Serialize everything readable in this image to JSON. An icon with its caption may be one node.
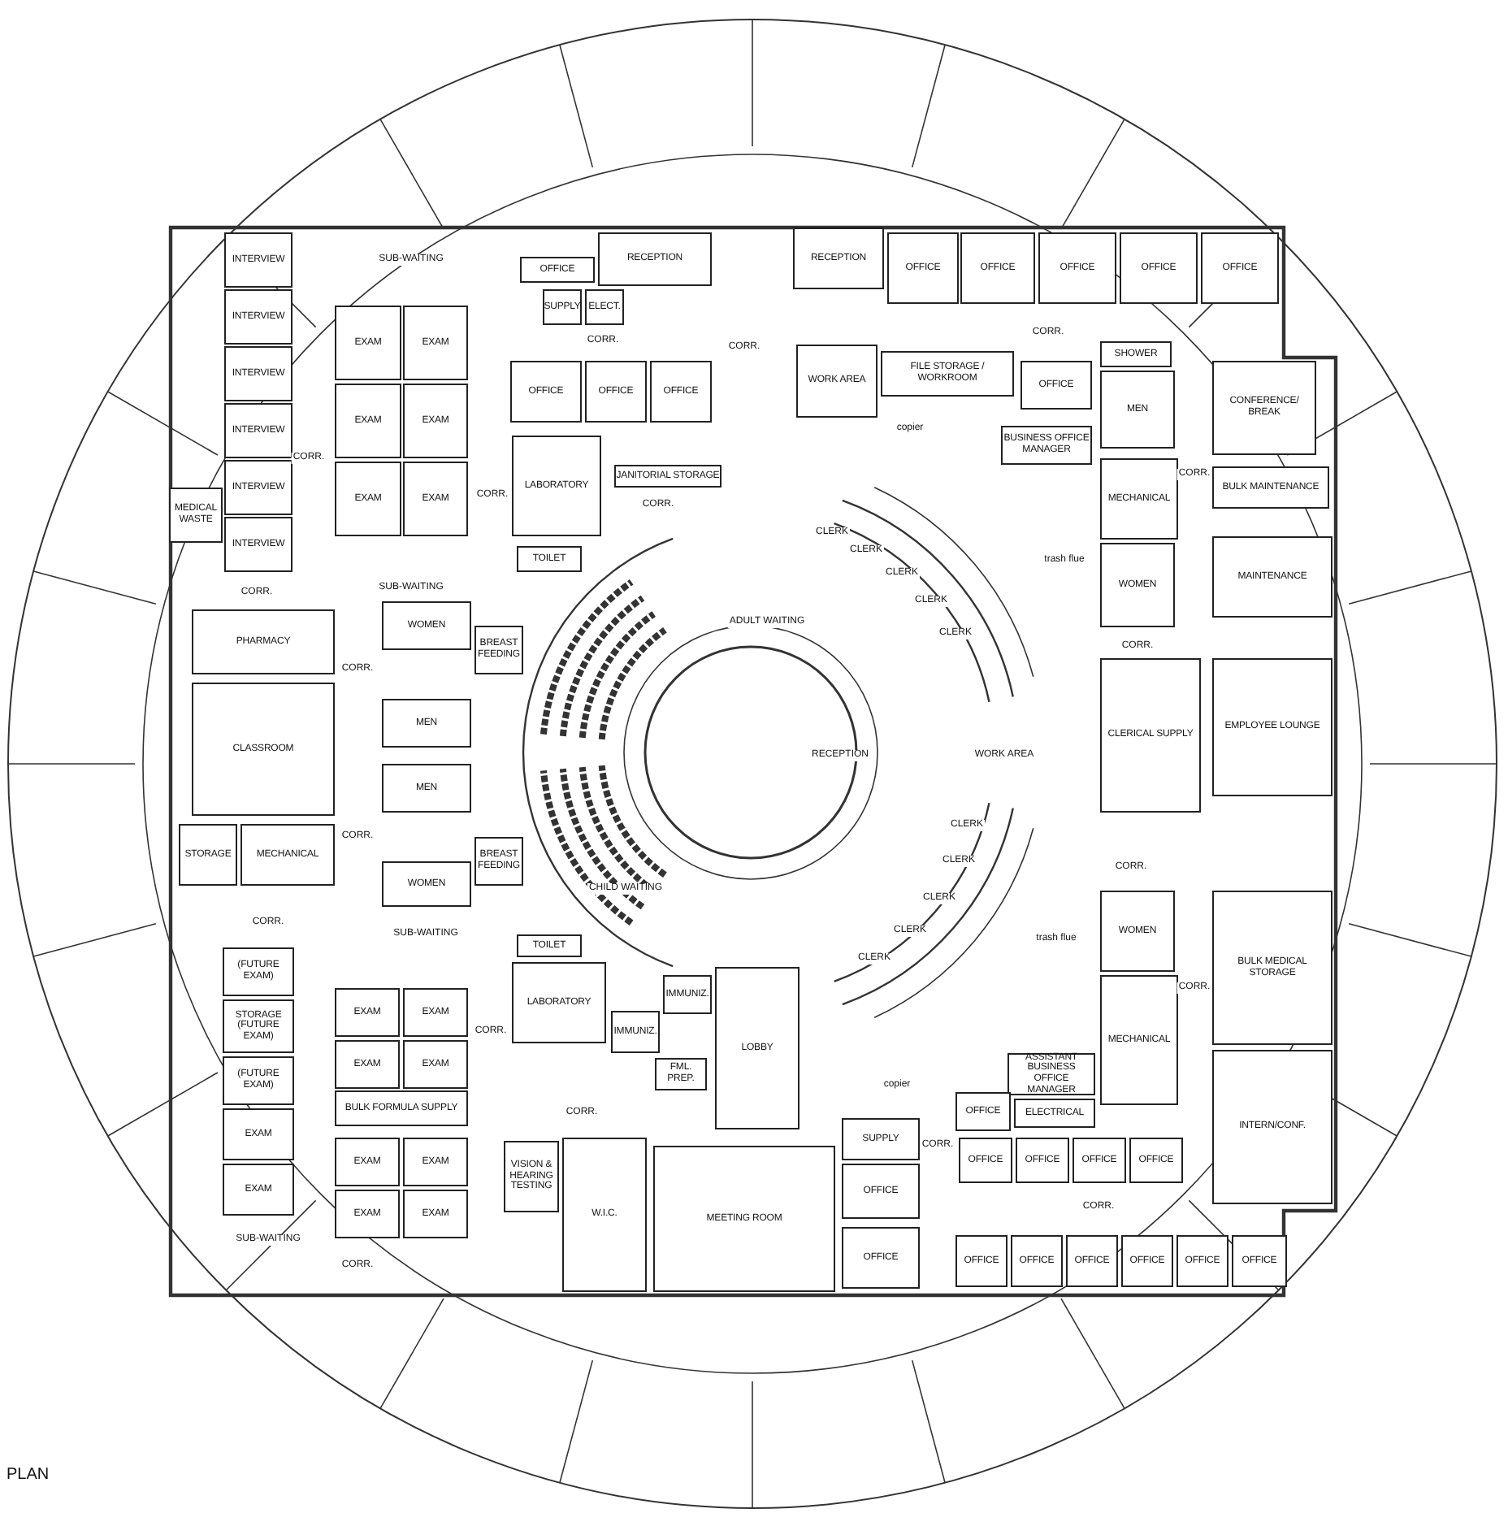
{
  "diagram": {
    "caption": "PLAN",
    "nodes": [
      {
        "text": [
          "INTERVIEW"
        ]
      },
      {
        "text": [
          "INTERVIEW"
        ]
      },
      {
        "text": [
          "INTERVIEW"
        ]
      },
      {
        "text": [
          "INTERVIEW"
        ]
      },
      {
        "text": [
          "INTERVIEW"
        ]
      },
      {
        "text": [
          "INTERVIEW"
        ]
      },
      {
        "text": [
          "MEDICAL WASTE"
        ]
      },
      {
        "text": [
          "EXAM"
        ]
      },
      {
        "text": [
          "EXAM"
        ]
      },
      {
        "text": [
          "EXAM"
        ]
      },
      {
        "text": [
          "EXAM"
        ]
      },
      {
        "text": [
          "EXAM"
        ]
      },
      {
        "text": [
          "EXAM"
        ]
      },
      {
        "text": [
          "OFFICE"
        ]
      },
      {
        "text": [
          "SUPPLY"
        ]
      },
      {
        "text": [
          "ELECT."
        ]
      },
      {
        "text": [
          "RECEPTION"
        ]
      },
      {
        "text": [
          "OFFICE"
        ]
      },
      {
        "text": [
          "OFFICE"
        ]
      },
      {
        "text": [
          "OFFICE"
        ]
      },
      {
        "text": [
          "RECEPTION"
        ]
      },
      {
        "text": [
          "OFFICE"
        ]
      },
      {
        "text": [
          "OFFICE"
        ]
      },
      {
        "text": [
          "OFFICE"
        ]
      },
      {
        "text": [
          "OFFICE"
        ]
      },
      {
        "text": [
          "OFFICE"
        ]
      },
      {
        "text": [
          "WORK AREA"
        ]
      },
      {
        "text": [
          "FILE STORAGE / WORKROOM"
        ]
      },
      {
        "text": [
          "OFFICE"
        ]
      },
      {
        "text": [
          "SHOWER"
        ]
      },
      {
        "text": [
          "MEN"
        ]
      },
      {
        "text": [
          "CONFERENCE/ BREAK"
        ]
      },
      {
        "text": [
          "BUSINESS OFFICE MANAGER"
        ]
      },
      {
        "text": [
          "LABORATORY"
        ]
      },
      {
        "text": [
          "JANITORIAL STORAGE"
        ]
      },
      {
        "text": [
          "MECHANICAL"
        ]
      },
      {
        "text": [
          "BULK MAINTENANCE"
        ]
      },
      {
        "text": [
          "TOILET"
        ]
      },
      {
        "text": [
          "WOMEN"
        ]
      },
      {
        "text": [
          "MAINTENANCE"
        ]
      },
      {
        "text": [
          "PHARMACY"
        ]
      },
      {
        "text": [
          "WOMEN"
        ]
      },
      {
        "text": [
          "BREAST FEEDING"
        ]
      },
      {
        "text": [
          "MEN"
        ]
      },
      {
        "text": [
          "MEN"
        ]
      },
      {
        "text": [
          "BREAST FEEDING"
        ]
      },
      {
        "text": [
          "WOMEN"
        ]
      },
      {
        "text": [
          "CLASSROOM"
        ]
      },
      {
        "text": [
          "CLERICAL SUPPLY"
        ]
      },
      {
        "text": [
          "EMPLOYEE LOUNGE"
        ]
      },
      {
        "text": [
          "STORAGE"
        ]
      },
      {
        "text": [
          "MECHANICAL"
        ]
      },
      {
        "text": [
          "WOMEN"
        ]
      },
      {
        "text": [
          "BULK MEDICAL STORAGE"
        ]
      },
      {
        "text": [
          "TOILET"
        ]
      },
      {
        "text": [
          "LABORATORY"
        ]
      },
      {
        "text": [
          "IMMUNIZ."
        ]
      },
      {
        "text": [
          "IMMUNIZ."
        ]
      },
      {
        "text": [
          "FML. PREP."
        ]
      },
      {
        "text": [
          "LOBBY"
        ]
      },
      {
        "text": [
          "(FUTURE EXAM)"
        ]
      },
      {
        "text": [
          "STORAGE (FUTURE EXAM)"
        ]
      },
      {
        "text": [
          "(FUTURE EXAM)"
        ]
      },
      {
        "text": [
          "EXAM"
        ]
      },
      {
        "text": [
          "EXAM"
        ]
      },
      {
        "text": [
          "EXAM"
        ]
      },
      {
        "text": [
          "EXAM"
        ]
      },
      {
        "text": [
          "BULK FORMULA SUPPLY"
        ]
      },
      {
        "text": [
          "EXAM"
        ]
      },
      {
        "text": [
          "EXAM"
        ]
      },
      {
        "text": [
          "EXAM"
        ]
      },
      {
        "text": [
          "EXAM"
        ]
      },
      {
        "text": [
          "EXAM"
        ]
      },
      {
        "text": [
          "EXAM"
        ]
      },
      {
        "text": [
          "MECHANICAL"
        ]
      },
      {
        "text": [
          "ASSISTANT BUSINESS OFFICE MANAGER"
        ]
      },
      {
        "text": [
          "OFFICE"
        ]
      },
      {
        "text": [
          "ELECTRICAL"
        ]
      },
      {
        "text": [
          "INTERN/CONF."
        ]
      },
      {
        "text": [
          "SUPPLY"
        ]
      },
      {
        "text": [
          "OFFICE"
        ]
      },
      {
        "text": [
          "OFFICE"
        ]
      },
      {
        "text": [
          "OFFICE"
        ]
      },
      {
        "text": [
          "OFFICE"
        ]
      },
      {
        "text": [
          "VISION & HEARING TESTING"
        ]
      },
      {
        "text": [
          "W.I.C."
        ]
      },
      {
        "text": [
          "MEETING ROOM"
        ]
      },
      {
        "text": [
          "OFFICE"
        ]
      },
      {
        "text": [
          "OFFICE"
        ]
      },
      {
        "text": [
          "OFFICE"
        ]
      },
      {
        "text": [
          "OFFICE"
        ]
      },
      {
        "text": [
          "OFFICE"
        ]
      },
      {
        "text": [
          "OFFICE"
        ]
      },
      {
        "text": [
          "OFFICE"
        ]
      },
      {
        "text": [
          "OFFICE"
        ]
      }
    ],
    "labels": [
      "SUB-WAITING",
      "CORR.",
      "CORR.",
      "CORR.",
      "CORR.",
      "CORR.",
      "copier",
      "CORR.",
      "CORR.",
      "CORR.",
      "SUB-WAITING",
      "ADULT WAITING",
      "trash flue",
      "CLERK",
      "CLERK",
      "CLERK",
      "CLERK",
      "CLERK",
      "CORR.",
      "CORR.",
      "RECEPTION",
      "WORK AREA",
      "CLERK",
      "CLERK",
      "CLERK",
      "CLERK",
      "CLERK",
      "CORR.",
      "CORR.",
      "CHILD WAITING",
      "CORR.",
      "SUB-WAITING",
      "trash flue",
      "CORR.",
      "CORR.",
      "copier",
      "CORR.",
      "CORR.",
      "CORR.",
      "SUB-WAITING",
      "CORR."
    ]
  }
}
